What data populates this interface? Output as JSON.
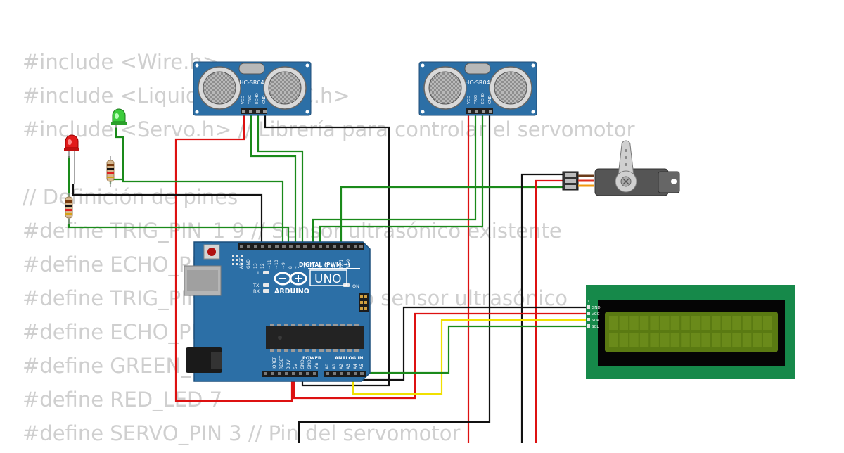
{
  "code_lines": [
    "#include <Wire.h>",
    "#include <LiquidCrystal_I2C.h>",
    "#include <Servo.h> // Librería para controlar el servomotor",
    "",
    "// Definición de pines",
    "#define TRIG_PIN_1 9 // Sensor ultrasónico existente",
    "#define ECHO_PIN_1 10",
    "#define TRIG_PIN_2 11 // Segundo sensor ultrasónico",
    "#define ECHO_PIN_2 12",
    "#define GREEN_LED 8",
    "#define RED_LED 7",
    "#define SERVO_PIN 3 // Pin del servomotor"
  ],
  "sensor": {
    "model": "HC-SR04",
    "pins": [
      "VCC",
      "TRIG",
      "ECHO",
      "GND"
    ]
  },
  "arduino": {
    "brand": "ARDUINO",
    "model": "UNO",
    "digital_label": "DIGITAL (PWM ~)",
    "digital_pins": [
      "AREF",
      "GND",
      "13",
      "12",
      "~11",
      "~10",
      "~9",
      "8",
      "7",
      "~6",
      "~5",
      "4",
      "~3",
      "2",
      "TX 1",
      "RX 0"
    ],
    "led_labels": [
      "L",
      "TX",
      "RX",
      "ON"
    ],
    "power_label": "POWER",
    "power_pins": [
      "IOREF",
      "RESET",
      "3.3V",
      "5V",
      "GND",
      "GND",
      "Vin"
    ],
    "analog_label": "ANALOG IN",
    "analog_pins": [
      "A0",
      "A1",
      "A2",
      "A3",
      "A4",
      "A5"
    ]
  },
  "lcd": {
    "pins": [
      "GND",
      "VCC",
      "SDA",
      "SCL"
    ],
    "pin1_label": "1"
  },
  "colors": {
    "wire_black": "#111111",
    "wire_red": "#dd1111",
    "wire_green": "#1a8a1a",
    "wire_yellow": "#f0e000",
    "board": "#2c6fa6",
    "lcd_pcb": "#16894a",
    "lcd_screen": "#5a7a12"
  }
}
